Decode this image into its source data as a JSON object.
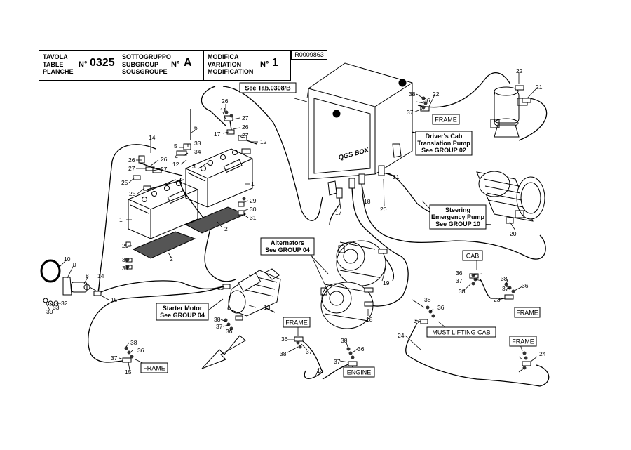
{
  "header": {
    "table_label": "TAVOLA\nTABLE\nPLANCHE",
    "table_no_prefix": "N°",
    "table_number": "0325",
    "subgroup_label": "SOTTOGRUPPO\nSUBGROUP\nSOUSGROUPE",
    "subgroup_no_prefix": "N°",
    "subgroup_value": "A",
    "mod_label": "MODIFICA\nVARIATION\nMODIFICATION",
    "mod_no_prefix": "N°",
    "mod_value": "1",
    "ref_code": "R0009863"
  },
  "boxes": {
    "see_tab": "See Tab.0308/B",
    "qgs_box": "QGS BOX",
    "drivers_cab_1": "Driver's Cab",
    "drivers_cab_2": "Translation Pump",
    "drivers_cab_3": "See GROUP 02",
    "steering_1": "Steering",
    "steering_2": "Emergency Pump",
    "steering_3": "See GROUP 10",
    "alternators_1": "Alternators",
    "alternators_2": "See GROUP 04",
    "starter_1": "Starter Motor",
    "starter_2": "See GROUP 04",
    "frame": "FRAME",
    "cab": "CAB",
    "engine": "ENGINE",
    "must_lifting_cab": "MUST LIFTING CAB"
  },
  "callouts": [
    {
      "id": "c14a",
      "text": "14"
    },
    {
      "id": "c26a",
      "text": "26"
    },
    {
      "id": "c27a",
      "text": "27"
    },
    {
      "id": "c26b",
      "text": "26"
    },
    {
      "id": "c27b",
      "text": "27"
    },
    {
      "id": "c25a",
      "text": "25"
    },
    {
      "id": "c25b",
      "text": "25"
    },
    {
      "id": "c26c",
      "text": "26"
    },
    {
      "id": "c11a",
      "text": "11"
    },
    {
      "id": "c27c",
      "text": "27"
    },
    {
      "id": "c26d",
      "text": "26"
    },
    {
      "id": "c17a",
      "text": "17"
    },
    {
      "id": "c27d",
      "text": "27"
    },
    {
      "id": "c12a",
      "text": "12"
    },
    {
      "id": "c6",
      "text": "6"
    },
    {
      "id": "c5",
      "text": "5"
    },
    {
      "id": "c33a",
      "text": "33"
    },
    {
      "id": "c34",
      "text": "34"
    },
    {
      "id": "c4",
      "text": "4"
    },
    {
      "id": "c12b",
      "text": "12"
    },
    {
      "id": "c3",
      "text": "3"
    },
    {
      "id": "c1a",
      "text": "1"
    },
    {
      "id": "c1b",
      "text": "1"
    },
    {
      "id": "c29a",
      "text": "29"
    },
    {
      "id": "c30a",
      "text": "30"
    },
    {
      "id": "c31a",
      "text": "31"
    },
    {
      "id": "c2a",
      "text": "2"
    },
    {
      "id": "c2b",
      "text": "2"
    },
    {
      "id": "c29b",
      "text": "29"
    },
    {
      "id": "c30b",
      "text": "30"
    },
    {
      "id": "c31b",
      "text": "31"
    },
    {
      "id": "c10",
      "text": "10"
    },
    {
      "id": "c9",
      "text": "9"
    },
    {
      "id": "c8",
      "text": "8"
    },
    {
      "id": "c14b",
      "text": "14"
    },
    {
      "id": "c15a",
      "text": "15"
    },
    {
      "id": "c32",
      "text": "32"
    },
    {
      "id": "c33b",
      "text": "33"
    },
    {
      "id": "c30c",
      "text": "30"
    },
    {
      "id": "c11b",
      "text": "11"
    },
    {
      "id": "c13a",
      "text": "13"
    },
    {
      "id": "c38a",
      "text": "38"
    },
    {
      "id": "c37a",
      "text": "37"
    },
    {
      "id": "c36a",
      "text": "36"
    },
    {
      "id": "c38b",
      "text": "38"
    },
    {
      "id": "c36b",
      "text": "36"
    },
    {
      "id": "c37b",
      "text": "37"
    },
    {
      "id": "c15b",
      "text": "15"
    },
    {
      "id": "c17b",
      "text": "17"
    },
    {
      "id": "c18a",
      "text": "18"
    },
    {
      "id": "c20a",
      "text": "20"
    },
    {
      "id": "c21a",
      "text": "21"
    },
    {
      "id": "c19",
      "text": "19"
    },
    {
      "id": "c18b",
      "text": "18"
    },
    {
      "id": "c36c",
      "text": "36"
    },
    {
      "id": "c38c",
      "text": "38"
    },
    {
      "id": "c37c",
      "text": "37"
    },
    {
      "id": "c13b",
      "text": "13"
    },
    {
      "id": "c38d",
      "text": "38"
    },
    {
      "id": "c36d",
      "text": "36"
    },
    {
      "id": "c37d",
      "text": "37"
    },
    {
      "id": "c38e",
      "text": "38"
    },
    {
      "id": "c37e",
      "text": "37"
    },
    {
      "id": "c36e",
      "text": "36"
    },
    {
      "id": "c22a",
      "text": "22"
    },
    {
      "id": "c22b",
      "text": "22"
    },
    {
      "id": "c21b",
      "text": "21"
    },
    {
      "id": "c20b",
      "text": "20"
    },
    {
      "id": "c36f",
      "text": "36"
    },
    {
      "id": "c37f",
      "text": "37"
    },
    {
      "id": "c38f",
      "text": "38"
    },
    {
      "id": "c23",
      "text": "23"
    },
    {
      "id": "c38g",
      "text": "38"
    },
    {
      "id": "c37g",
      "text": "37"
    },
    {
      "id": "c36g",
      "text": "36"
    },
    {
      "id": "c24a",
      "text": "24"
    },
    {
      "id": "c36h",
      "text": "36"
    },
    {
      "id": "c37h",
      "text": "37"
    },
    {
      "id": "c38h",
      "text": "38"
    },
    {
      "id": "c24b",
      "text": "24"
    }
  ]
}
